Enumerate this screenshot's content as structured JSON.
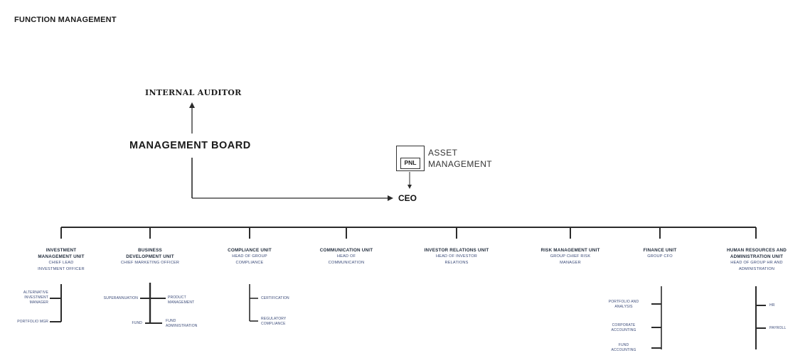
{
  "page": {
    "title": "FUNCTION MANAGEMENT"
  },
  "internal_auditor": "INTERNAL AUDITOR",
  "management_board": "MANAGEMENT BOARD",
  "ceo": "CEO",
  "asset_management": {
    "logo_text": "PNL",
    "line1": "ASSET",
    "line2": "MANAGEMENT"
  },
  "units": [
    {
      "name1": "INVESTMENT",
      "name2": "MANAGEMENT UNIT",
      "head1": "CHIEF LEAD",
      "head2": "INVESTMENT OFFICER"
    },
    {
      "name1": "BUSINESS",
      "name2": "DEVELOPMENT UNIT",
      "head1": "CHIEF MARKETING OFFICER",
      "head2": ""
    },
    {
      "name1": "COMPLIANCE UNIT",
      "name2": "",
      "head1": "HEAD OF GROUP",
      "head2": "COMPLIANCE"
    },
    {
      "name1": "COMMUNICATION UNIT",
      "name2": "",
      "head1": "HEAD OF",
      "head2": "COMMUNICATION"
    },
    {
      "name1": "INVESTOR RELATIONS UNIT",
      "name2": "",
      "head1": "HEAD OF INVESTOR",
      "head2": "RELATIONS"
    },
    {
      "name1": "RISK MANAGEMENT UNIT",
      "name2": "",
      "head1": "GROUP CHIEF RISK",
      "head2": "MANAGER"
    },
    {
      "name1": "FINANCE UNIT",
      "name2": "",
      "head1": "GROUP CFO",
      "head2": ""
    },
    {
      "name1": "HUMAN RESOURCES AND",
      "name2": "ADMINISTRATION UNIT",
      "head1": "HEAD OF GROUP HR AND",
      "head2": "ADMINISTRATION"
    }
  ],
  "sub_units": {
    "investment": [
      {
        "line1": "ALTERNATIVE",
        "line2": "INVESTMENT",
        "line3": "MANAGER"
      },
      {
        "line1": "PORTFOLIO MGR",
        "line2": "",
        "line3": ""
      }
    ],
    "business_left": [
      {
        "line1": "SUPERANNUATION",
        "line2": ""
      },
      {
        "line1": "FUND",
        "line2": ""
      }
    ],
    "business_right": [
      {
        "line1": "PRODUCT",
        "line2": "MANAGEMENT"
      },
      {
        "line1": "FUND",
        "line2": "ADMINISTRATION"
      }
    ],
    "compliance": [
      {
        "line1": "CERTIFICATION",
        "line2": ""
      },
      {
        "line1": "REGULATORY",
        "line2": "COMPLIANCE"
      }
    ],
    "finance": [
      {
        "line1": "PORTFOLIO AND",
        "line2": "ANALYSIS"
      },
      {
        "line1": "CORPORATE",
        "line2": "ACCOUNTING"
      },
      {
        "line1": "FUND",
        "line2": "ACCOUNTING"
      }
    ],
    "hr": [
      {
        "line1": "HR"
      },
      {
        "line1": "PAYROLL"
      }
    ]
  }
}
